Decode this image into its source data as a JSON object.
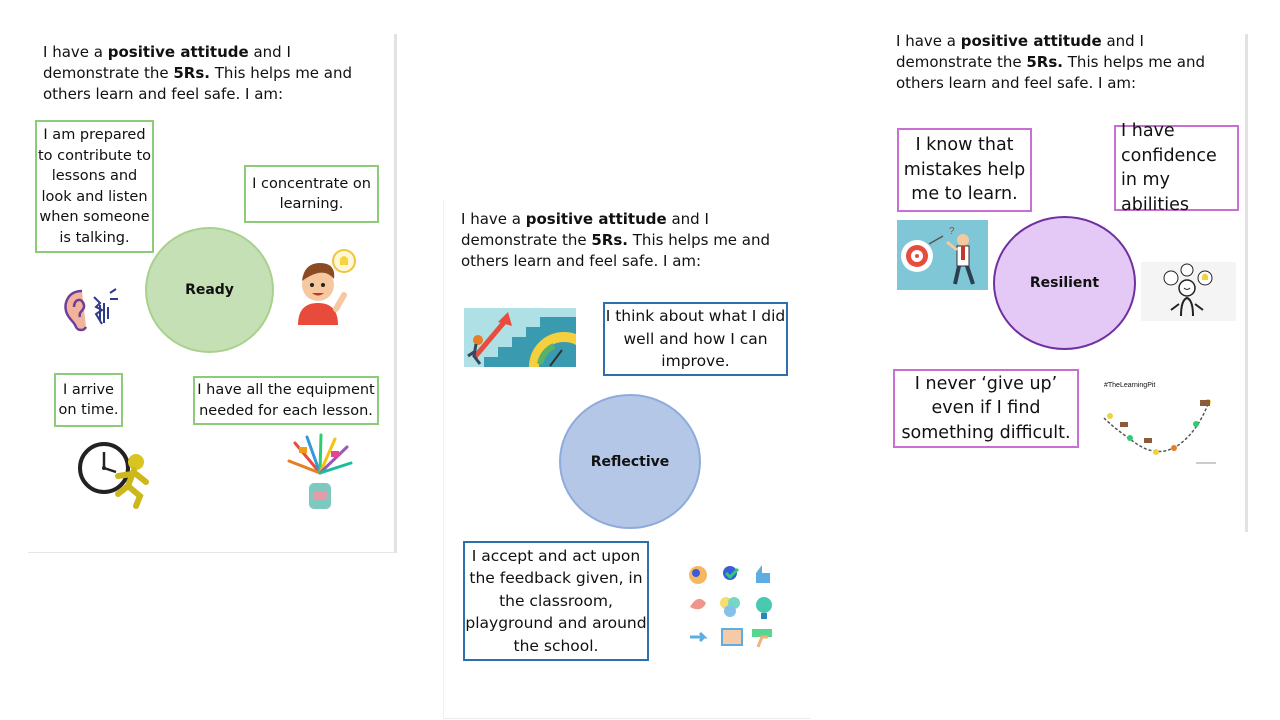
{
  "intro": {
    "part1": "I have a ",
    "bold1": "positive attitude",
    "part2": " and I demonstrate the ",
    "bold2": "5Rs.",
    "part3": "  This helps me and others learn and feel safe.  I am:"
  },
  "ready": {
    "circle_label": "Ready",
    "circle_color": "#c5e0b4",
    "border_color": "#8ccc79",
    "prepared": "I am prepared to contribute to lessons and look and listen when someone is talking.",
    "concentrate": "I concentrate on learning.",
    "arrive": "I arrive on time.",
    "equipment": "I have all the equipment needed for each lesson."
  },
  "reflective": {
    "circle_label": "Reflective",
    "circle_color": "#b4c7e7",
    "border_color": "#2c70ae",
    "think": "I think about what I did well and how I can improve.",
    "feedback": "I accept and act upon the feedback given, in the classroom, playground and around the school."
  },
  "resilient": {
    "circle_label": "Resilient",
    "circle_color": "#e4c9f6",
    "border_color": "#c86fd2",
    "mistakes": "I know that mistakes help me to learn.",
    "confidence": "I have confidence in my abilities",
    "give_up": "I never ‘give up’ even if I find something difficult.",
    "pit_title": "#TheLearningPit"
  },
  "icons": [
    "ear-listening-icon",
    "boy-idea-icon",
    "clock-running-icon",
    "school-supplies-icon",
    "stairs-progress-icon",
    "feedback-icons-grid",
    "target-mistakes-icon",
    "confidence-figure-icon",
    "learning-pit-icon"
  ]
}
